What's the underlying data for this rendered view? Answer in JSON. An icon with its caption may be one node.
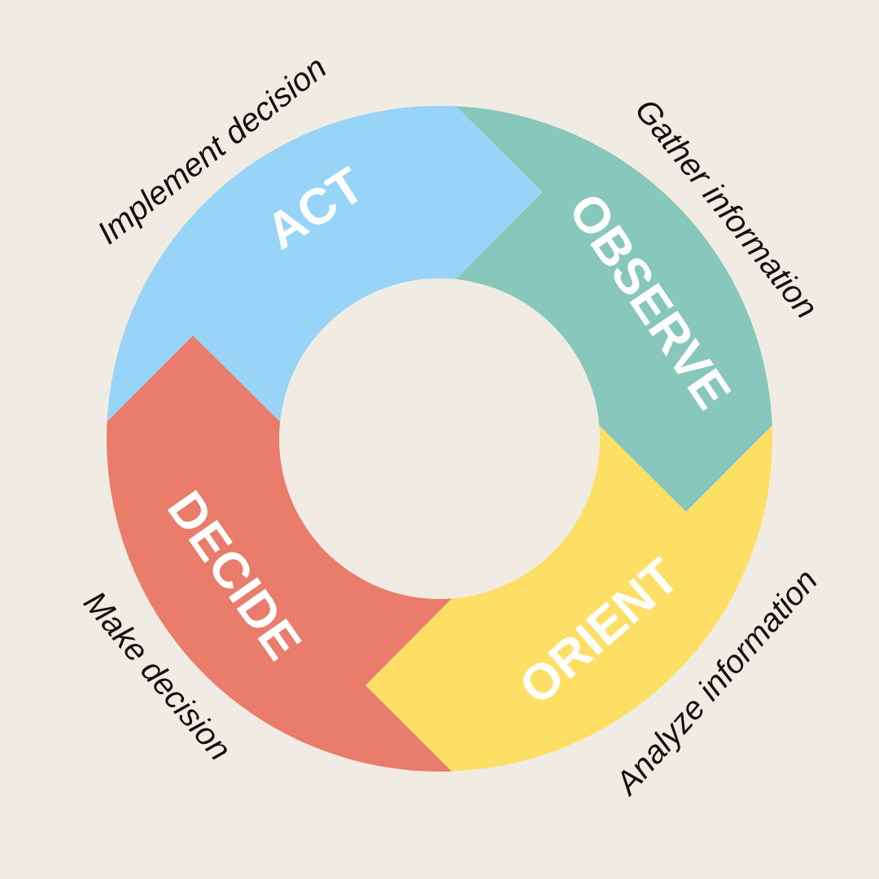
{
  "diagram": {
    "nodes": [
      {
        "text": [
          "OBSERVE"
        ],
        "beside": [
          "Gather information"
        ]
      },
      {
        "text": [
          "ORIENT"
        ],
        "beside": [
          "Analyze information"
        ]
      },
      {
        "text": [
          "DECIDE"
        ],
        "beside": [
          "Make decision"
        ]
      },
      {
        "text": [
          "ACT"
        ],
        "beside": [
          "Implement decision"
        ]
      }
    ]
  }
}
